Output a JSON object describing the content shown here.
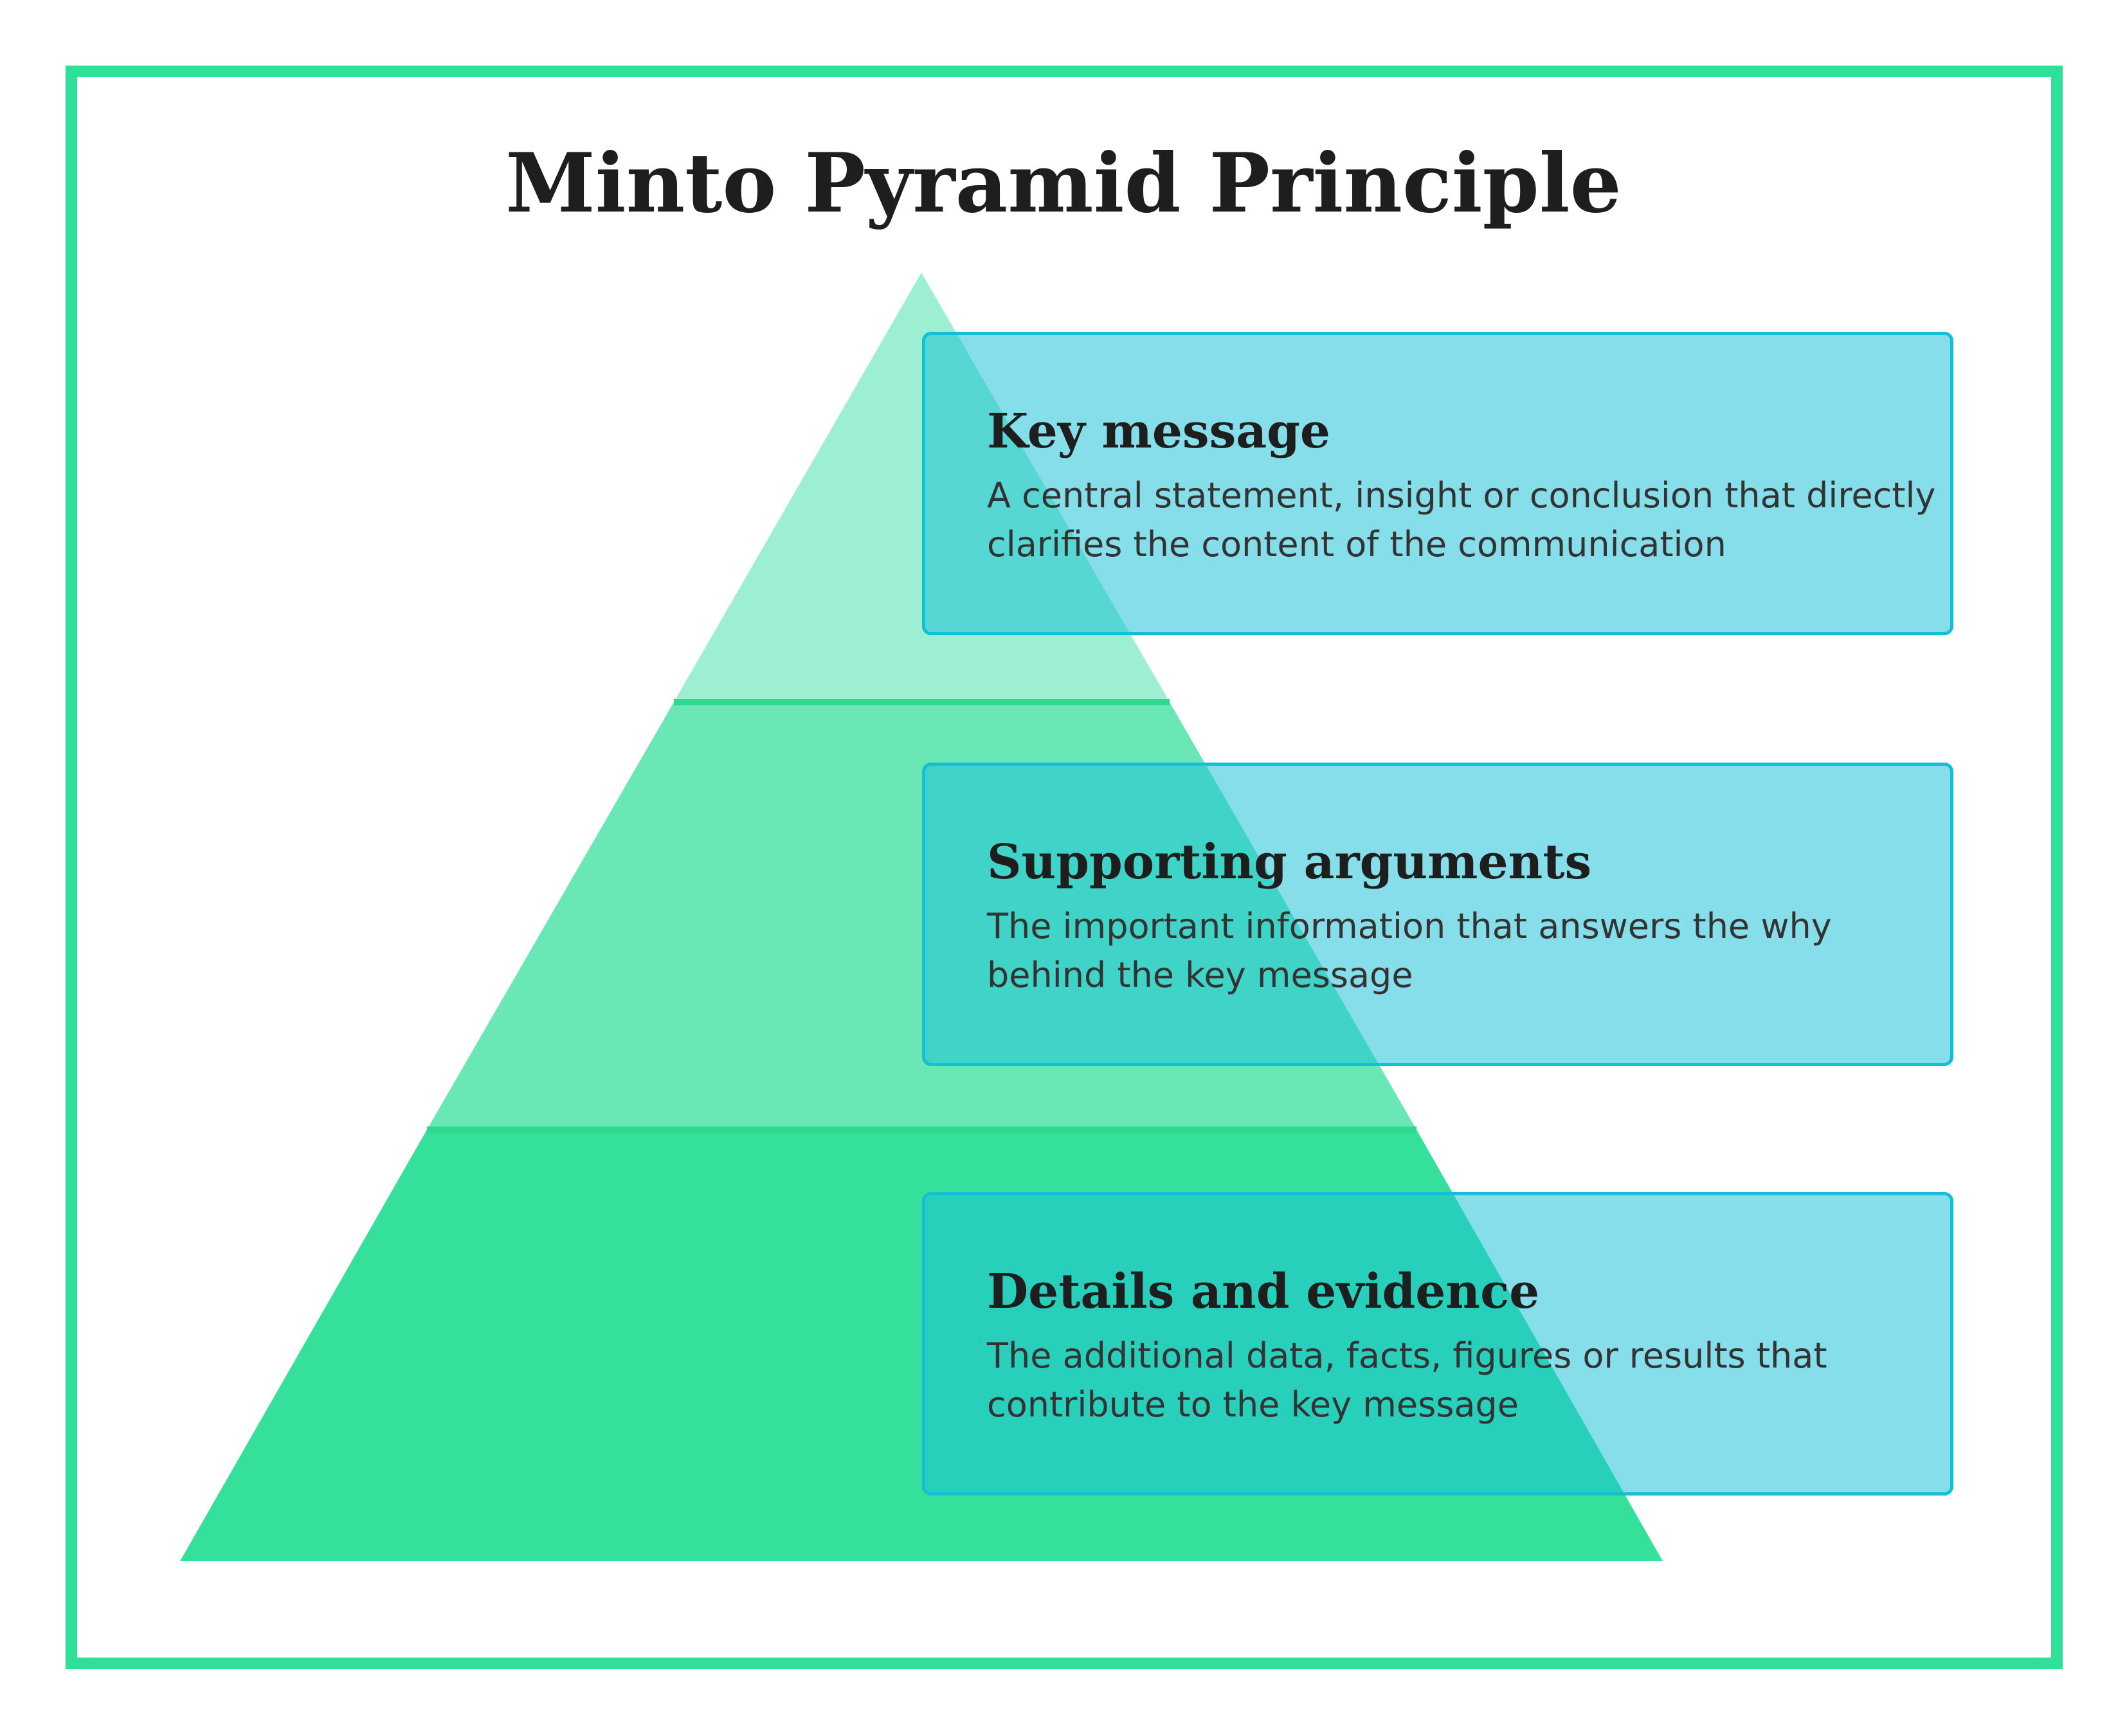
{
  "title": "Minto Pyramid Principle",
  "colors": {
    "frame": "#2fe09a",
    "tier_top": "#9cefd0",
    "tier_middle": "#69e8b6",
    "tier_bottom": "#35e09b",
    "tier_divider": "#2fd98f",
    "card_fill": "#1ec2d9",
    "card_border": "#13bfd6"
  },
  "levels": [
    {
      "heading": "Key message",
      "description": "A central statement, insight or conclusion that directly clarifies the content of the communication"
    },
    {
      "heading": "Supporting arguments",
      "description": "The important information that answers the why behind the key message"
    },
    {
      "heading": "Details and evidence",
      "description": "The additional data, facts, figures or results that contribute to the key message"
    }
  ]
}
